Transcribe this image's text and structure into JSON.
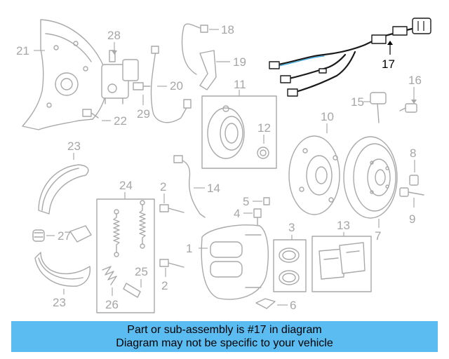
{
  "callouts": {
    "c1": "1",
    "c2a": "2",
    "c2b": "2",
    "c3": "3",
    "c4": "4",
    "c5": "5",
    "c6": "6",
    "c7": "7",
    "c8": "8",
    "c9": "9",
    "c10": "10",
    "c11": "11",
    "c12": "12",
    "c13": "13",
    "c14": "14",
    "c15": "15",
    "c16": "16",
    "c17": "17",
    "c18": "18",
    "c19": "19",
    "c20": "20",
    "c21": "21",
    "c22": "22",
    "c23a": "23",
    "c23b": "23",
    "c24": "24",
    "c25": "25",
    "c26": "26",
    "c27": "27",
    "c28": "28",
    "c29": "29"
  },
  "highlight": {
    "part": "17",
    "color": "#000000"
  },
  "banner": {
    "line1": "Part or sub-assembly is #17 in diagram",
    "line2": "Diagram may not be specific to your vehicle",
    "color": "#5bbcf2"
  }
}
